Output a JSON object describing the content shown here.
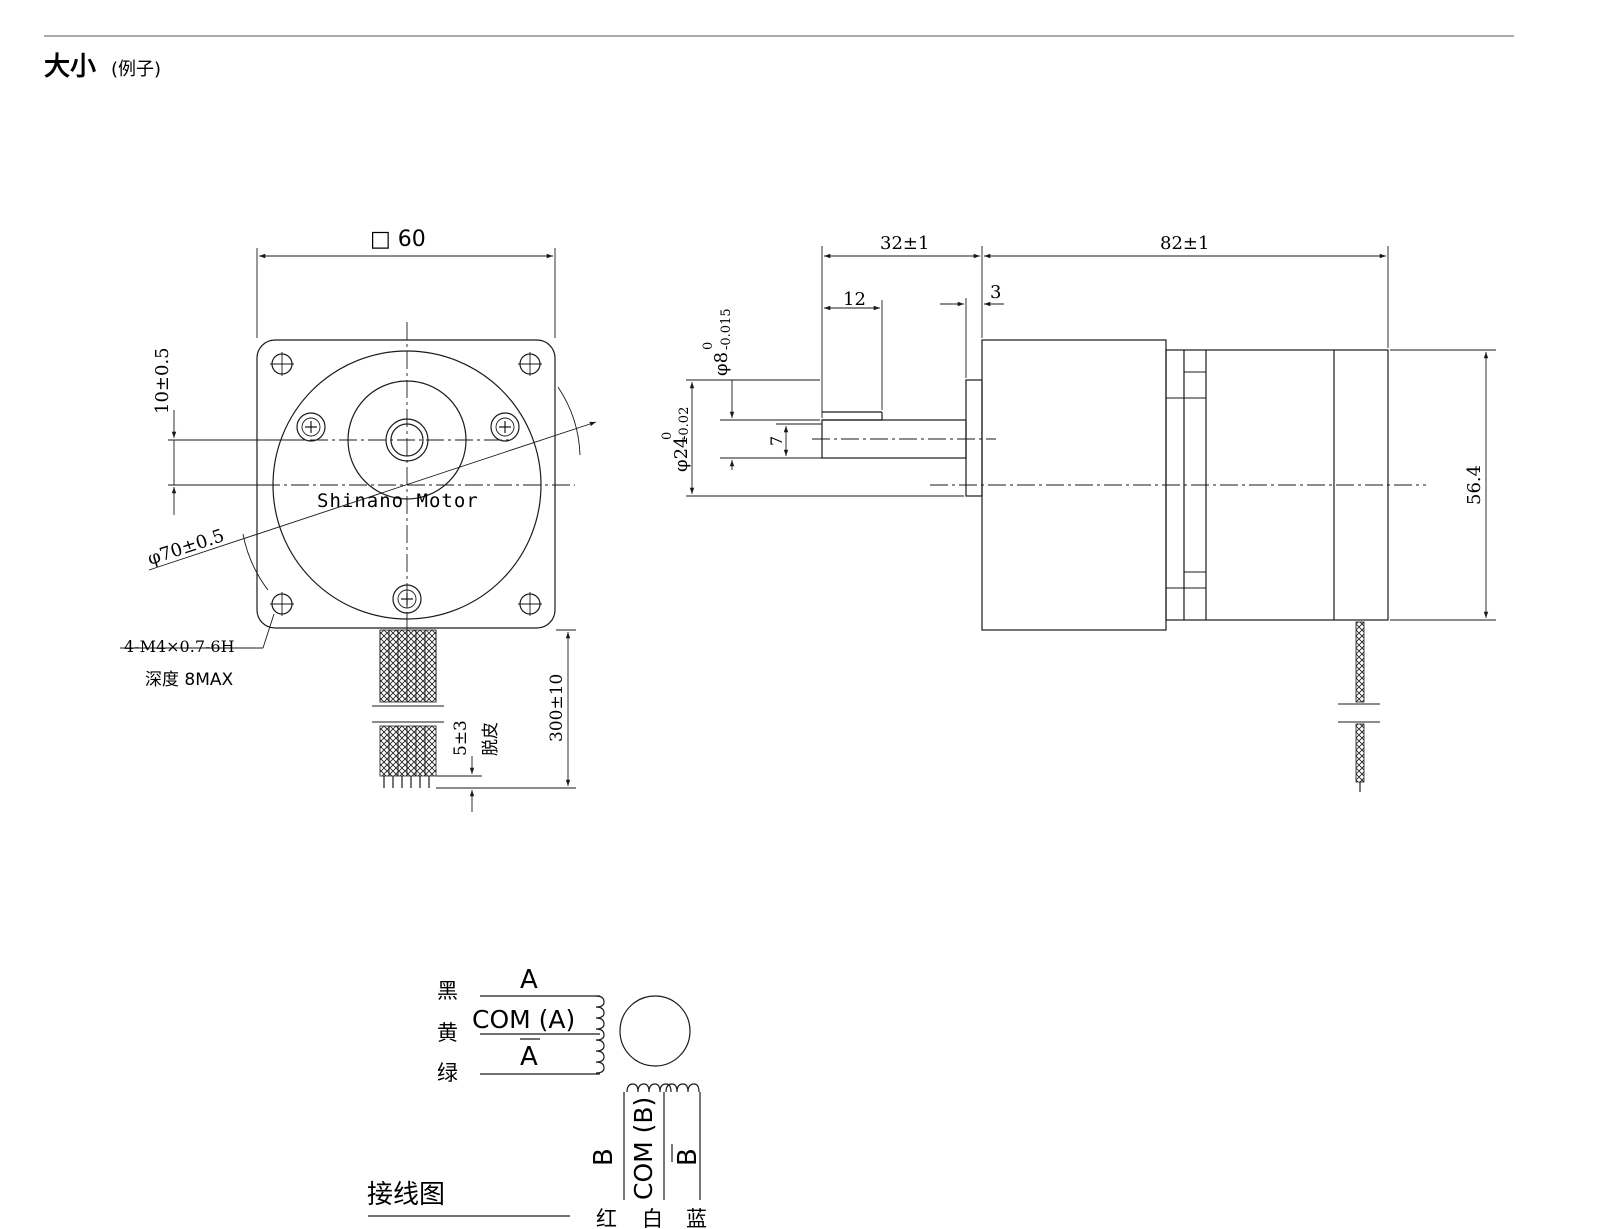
{
  "header": {
    "title": "大小",
    "subtitle": "(例子)"
  },
  "front_view": {
    "square_size": "□ 60",
    "offset_dim": "10±0.5",
    "brand": "Shinano Motor",
    "diameter_dim": "φ70±0.5",
    "screw_spec": "4-M4×0.7-6H",
    "screw_depth": "深度 8MAX",
    "lead_length": "300±10",
    "strip_length": "5±3",
    "strip_label": "脱皮"
  },
  "side_view": {
    "shaft_length": "32±1",
    "body_length": "82±1",
    "flat_length": "12",
    "boss_length": "3",
    "shaft_dia": "φ8",
    "shaft_tol_upper": "0",
    "shaft_tol_lower": "-0.015",
    "boss_dia": "φ24",
    "boss_tol_upper": "0",
    "boss_tol_lower": "-0.02",
    "flat_dim": "7",
    "height_dim": "56.4"
  },
  "wiring": {
    "title": "接线图",
    "phase_a": "A",
    "com_a": "COM (A)",
    "phase_a_bar": "A",
    "color_black": "黑",
    "color_yellow": "黄",
    "color_green": "绿",
    "phase_b": "B",
    "com_b": "COM (B)",
    "phase_b_bar": "B",
    "color_red": "红",
    "color_white": "白",
    "color_blue": "蓝"
  }
}
